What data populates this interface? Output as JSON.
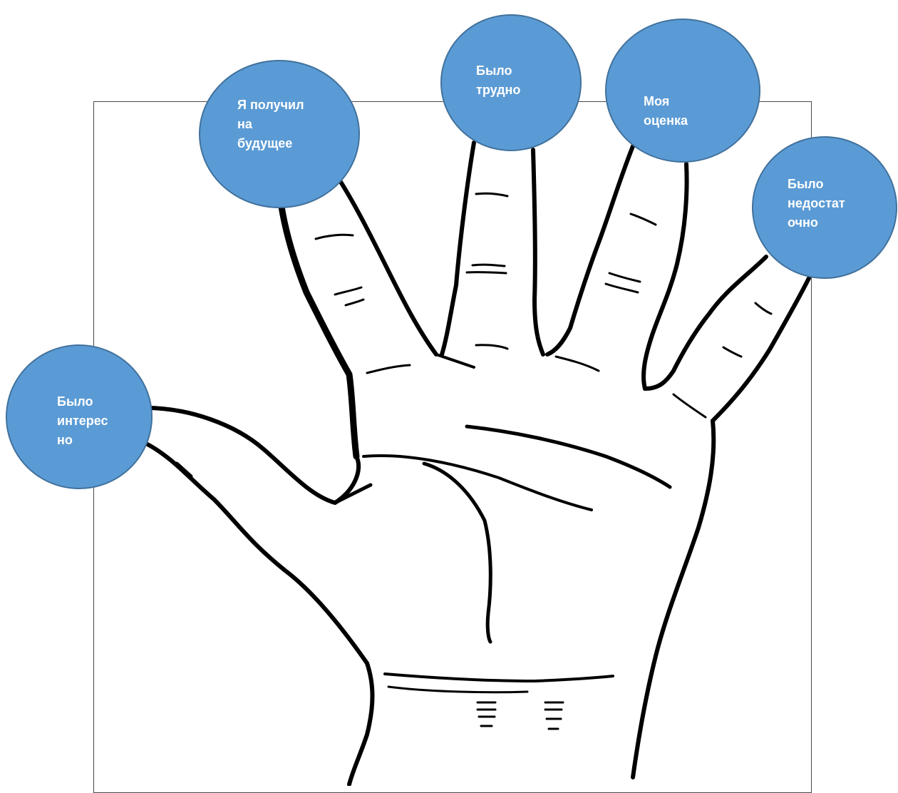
{
  "bubbles": {
    "interesting": "Было\nинтерес\nно",
    "future": "Я получил\nна\nбудущее",
    "difficult": "Было\nтрудно",
    "assessment": "Моя\nоценка",
    "insufficient": "Было\nнедостат\nочно"
  },
  "colors": {
    "bubble_fill": "#5b9bd5",
    "bubble_stroke": "#41719c",
    "bubble_text": "#ffffff",
    "hand_outline": "#000000"
  }
}
